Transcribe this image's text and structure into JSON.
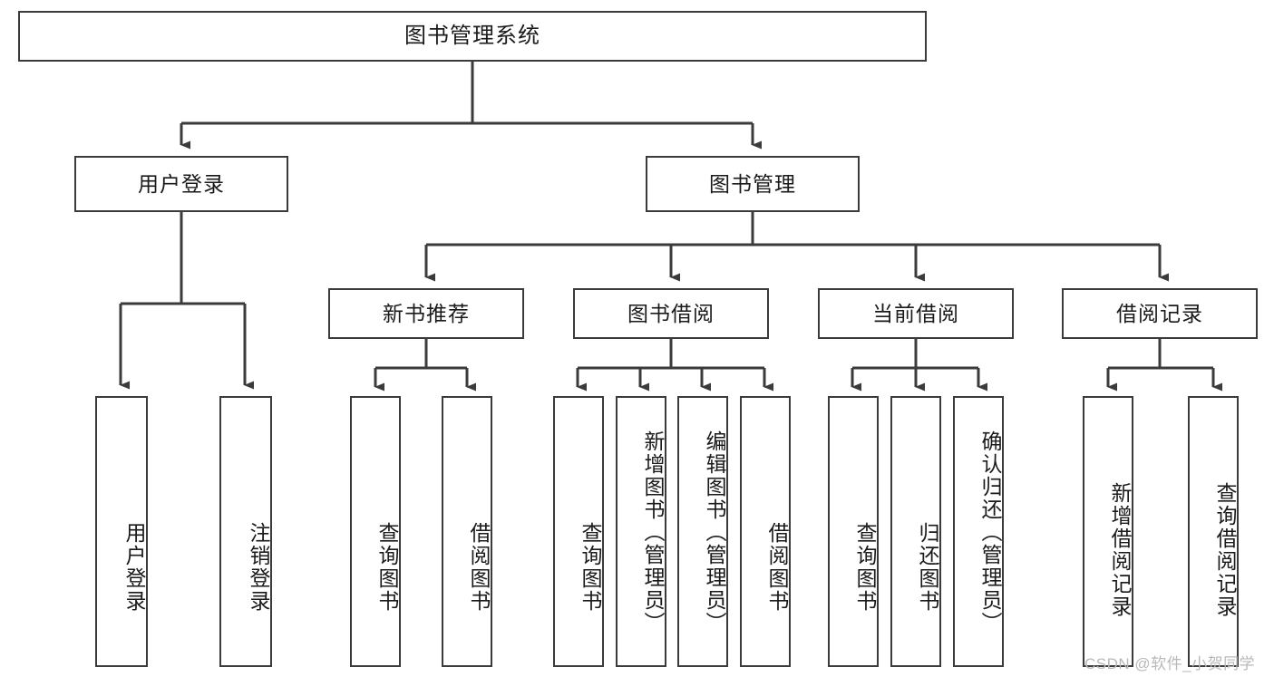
{
  "diagram": {
    "title_node": {
      "label": "图书管理系统"
    },
    "level1": [
      {
        "id": "user-login",
        "label": "用户登录"
      },
      {
        "id": "book-management",
        "label": "图书管理"
      }
    ],
    "level2": [
      {
        "id": "new-book-recommendation",
        "label": "新书推荐"
      },
      {
        "id": "book-borrow",
        "label": "图书借阅"
      },
      {
        "id": "current-borrow",
        "label": "当前借阅"
      },
      {
        "id": "borrow-records",
        "label": "借阅记录"
      }
    ],
    "leaves": [
      {
        "id": "user-login-leaf",
        "label": "用户登录",
        "parent": "user-login"
      },
      {
        "id": "logout-leaf",
        "label": "注销登录",
        "parent": "user-login"
      },
      {
        "id": "query-books-rec",
        "label": "查询图书",
        "parent": "new-book-recommendation"
      },
      {
        "id": "borrow-books-rec",
        "label": "借阅图书",
        "parent": "new-book-recommendation"
      },
      {
        "id": "query-books-borrow",
        "label": "查询图书",
        "parent": "book-borrow"
      },
      {
        "id": "add-book-admin",
        "label": "新增图书（管理员）",
        "parent": "book-borrow"
      },
      {
        "id": "edit-book-admin",
        "label": "编辑图书（管理员）",
        "parent": "book-borrow"
      },
      {
        "id": "borrow-book",
        "label": "借阅图书",
        "parent": "book-borrow"
      },
      {
        "id": "query-books-current",
        "label": "查询图书",
        "parent": "current-borrow"
      },
      {
        "id": "return-book",
        "label": "归还图书",
        "parent": "current-borrow"
      },
      {
        "id": "confirm-return-admin",
        "label": "确认归还（管理员）",
        "parent": "current-borrow"
      },
      {
        "id": "add-borrow-record",
        "label": "新增借阅记录",
        "parent": "borrow-records"
      },
      {
        "id": "query-borrow-record",
        "label": "查询借阅记录",
        "parent": "borrow-records"
      }
    ],
    "watermark": "CSDN @软件_小贺同学",
    "colors": {
      "stroke": "#3b3b3b",
      "background": "#ffffff",
      "text": "#1a1a1a",
      "watermark": "#b9b9b9"
    }
  }
}
